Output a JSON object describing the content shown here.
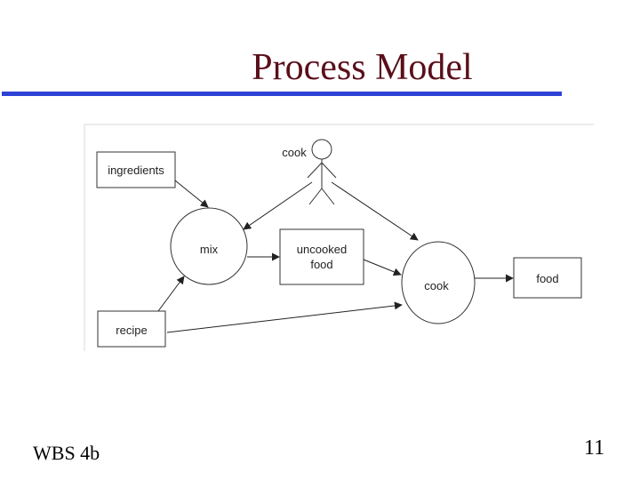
{
  "slide": {
    "title": "Process Model",
    "footer_left": "WBS 4b",
    "page_number": "11"
  },
  "diagram": {
    "nodes": {
      "ingredients": "ingredients",
      "recipe": "recipe",
      "mix": "mix",
      "uncooked_line1": "uncooked",
      "uncooked_line2": "food",
      "cook_process": "cook",
      "food": "food",
      "cook_actor": "cook"
    }
  },
  "colors": {
    "title": "#5a0f1a",
    "rule": "#2e43d6",
    "stroke": "#333333"
  }
}
